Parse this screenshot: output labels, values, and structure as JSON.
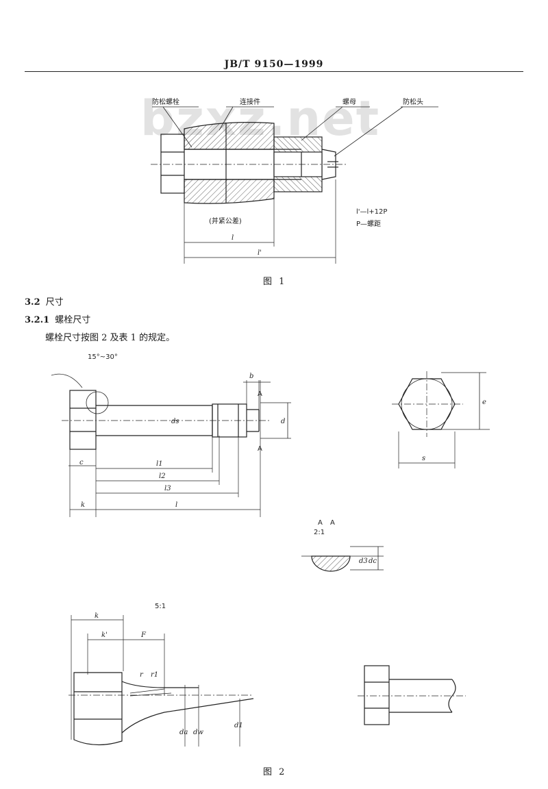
{
  "header": {
    "title": "JB/T 9150—1999"
  },
  "watermark": "bzxz.net",
  "figure1": {
    "labels": {
      "anti_loose_bolt": "防松螺栓",
      "connected_part": "连接件",
      "nut": "螺母",
      "anti_loose_head": "防松头",
      "tolerance_note": "(并紧公差)"
    },
    "dims": {
      "l": "l",
      "l_prime": "l'"
    },
    "notes": {
      "formula": "l'—l+12P",
      "pitch": "P—螺距"
    },
    "caption": "图 1"
  },
  "section_3_2": {
    "number": "3.2",
    "title": "尺寸"
  },
  "section_3_2_1": {
    "number": "3.2.1",
    "title": "螺栓尺寸"
  },
  "body_text": "螺栓尺寸按图 2 及表 1 的规定。",
  "figure2": {
    "labels": {
      "angle": "15°~30°",
      "b": "b",
      "A_top": "A",
      "A_bottom": "A",
      "d": "d",
      "ds": "ds",
      "c": "c",
      "s": "s",
      "e": "e",
      "k": "k",
      "l1": "l1",
      "l2": "l2",
      "l3": "l3",
      "l": "l",
      "section_top": "A",
      "section_mid": "2:1",
      "section_bottom": "A",
      "d3": "d3",
      "dc": "dc",
      "scale_detail": "5:1",
      "k_detail": "k",
      "k_prime": "k'",
      "F": "F",
      "r": "r",
      "r1": "r1",
      "da": "da",
      "dw": "dw",
      "d1": "d1"
    },
    "caption": "图 2"
  }
}
